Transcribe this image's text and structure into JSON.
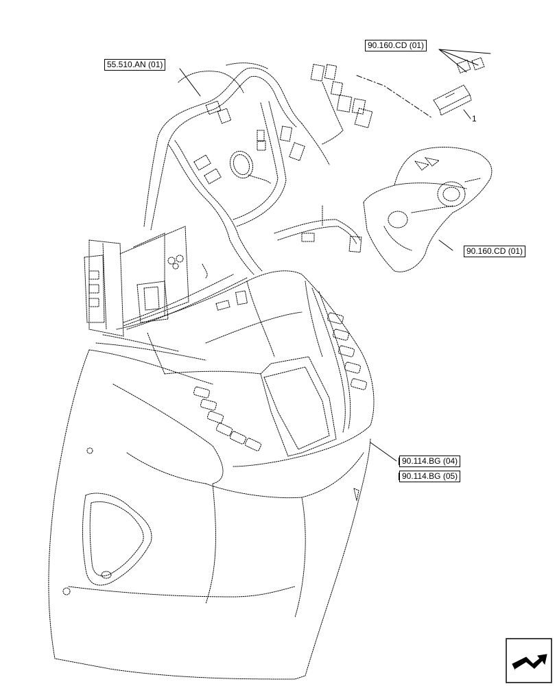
{
  "labels": {
    "ref_55510": "55.510.AN (01)",
    "ref_90160_top": "90.160.CD (01)",
    "ref_90160_right": "90.160.CD (01)",
    "ref_90114_04": "90.114.BG (04)",
    "ref_90114_05": "90.114.BG (05)",
    "callout_1": "1"
  },
  "icons": {
    "nav": "next-page-arrow-icon"
  },
  "colors": {
    "line": "#000000",
    "background": "#ffffff"
  }
}
